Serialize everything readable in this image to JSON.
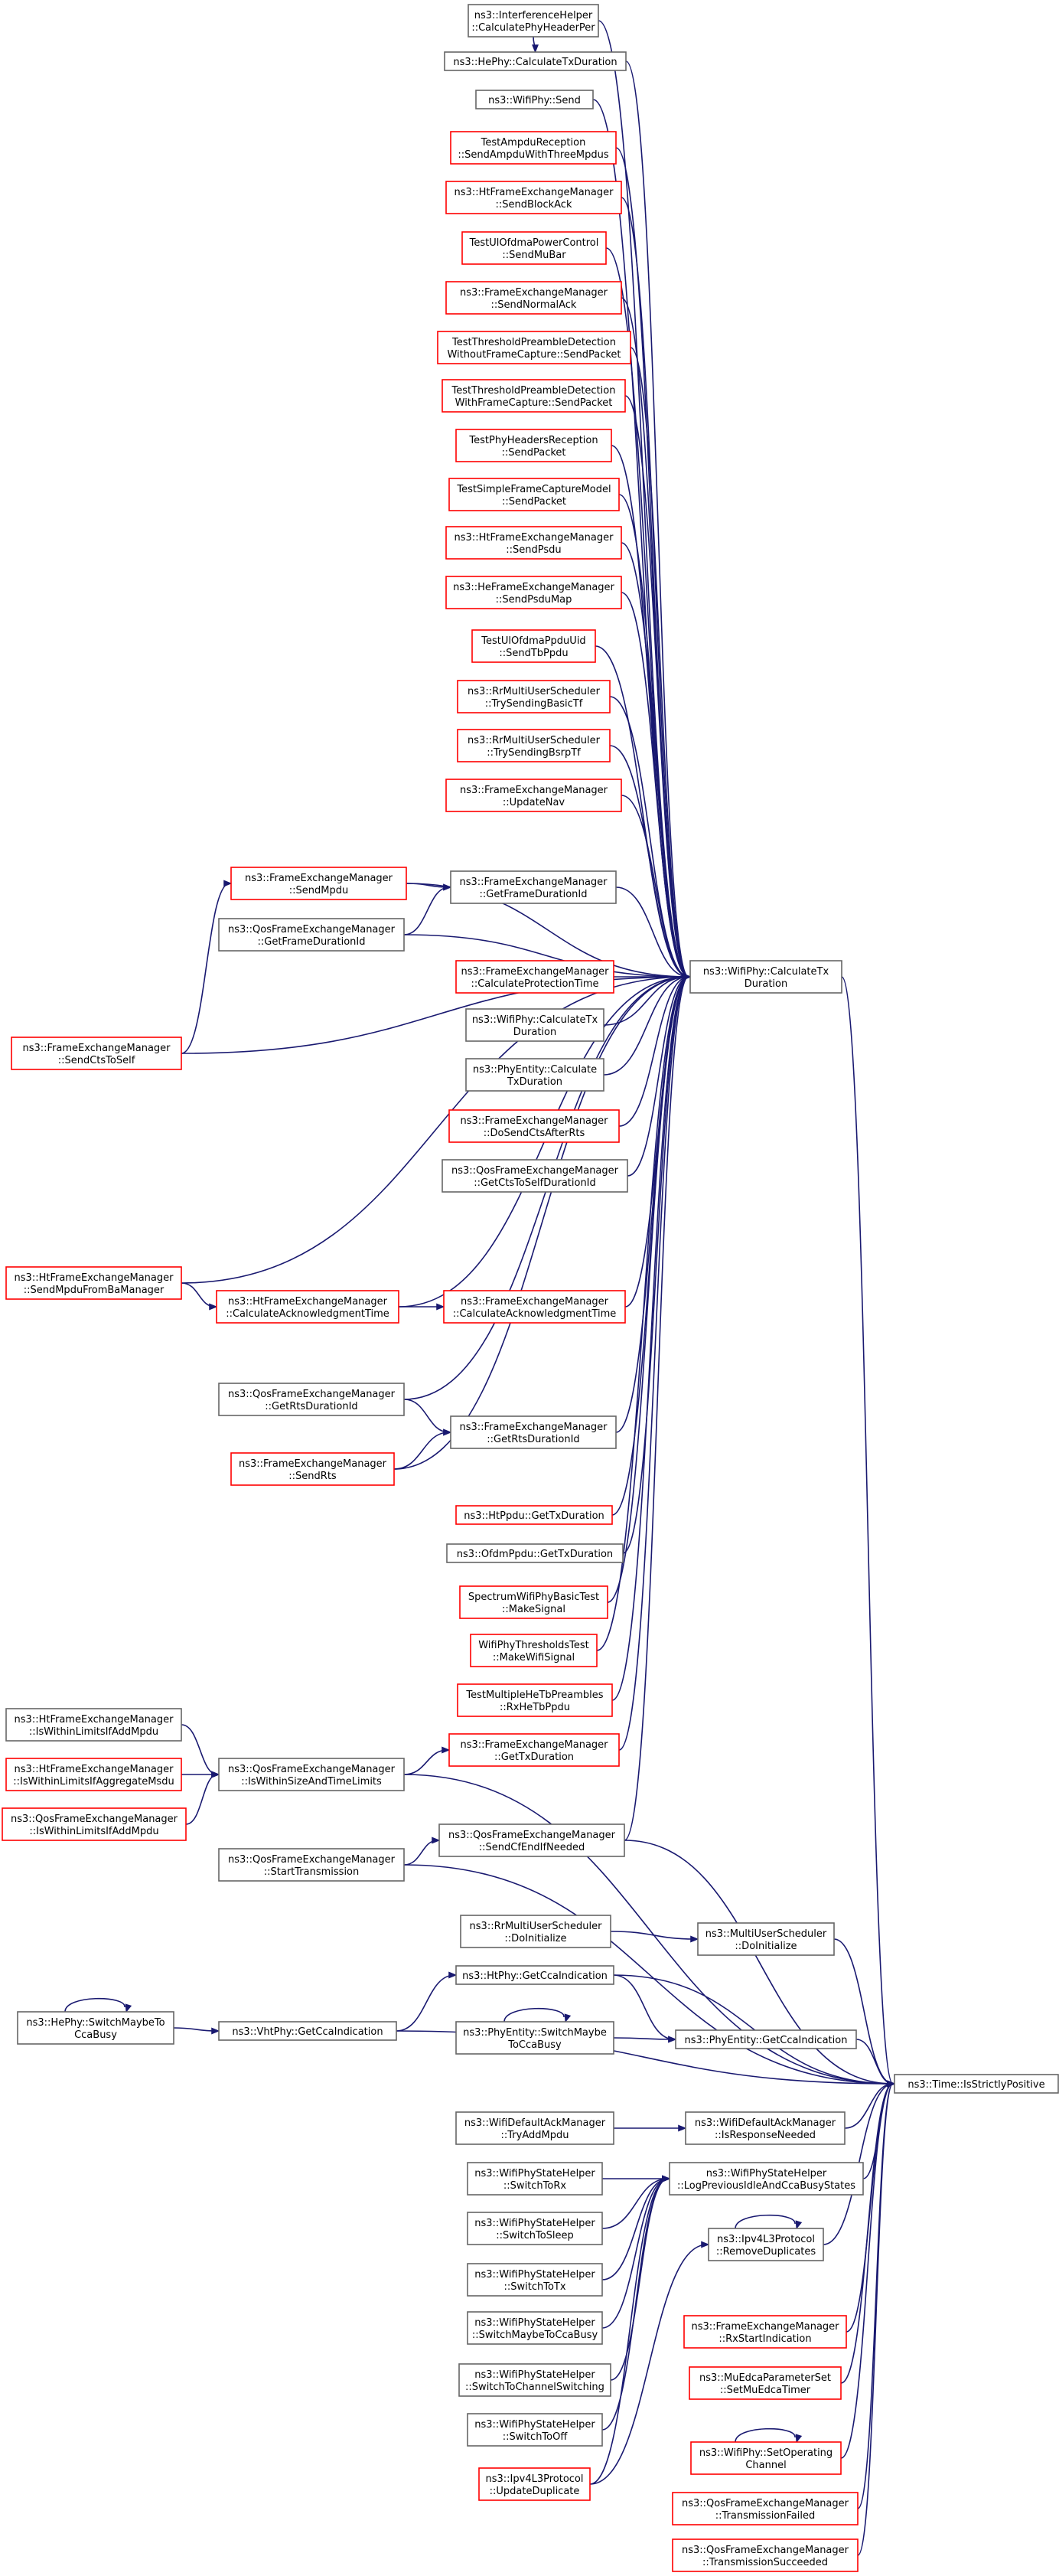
{
  "colors": {
    "edge": "#191970",
    "documented_border": "#666666",
    "undocumented_border": "#ff0000",
    "focus_fill": "#bfbfbf"
  },
  "nodes": {
    "n1": {
      "lines": [
        "ns3::InterferenceHelper",
        "::CalculatePhyHeaderPer"
      ],
      "kind": "documented"
    },
    "n2": {
      "lines": [
        "ns3::HePhy::CalculateTxDuration"
      ],
      "kind": "documented"
    },
    "n3": {
      "lines": [
        "ns3::WifiPhy::Send"
      ],
      "kind": "documented"
    },
    "n4": {
      "lines": [
        "TestAmpduReception",
        "::SendAmpduWithThreeMpdus"
      ],
      "kind": "undocumented"
    },
    "n5": {
      "lines": [
        "ns3::HtFrameExchangeManager",
        "::SendBlockAck"
      ],
      "kind": "undocumented"
    },
    "n6": {
      "lines": [
        "TestUlOfdmaPowerControl",
        "::SendMuBar"
      ],
      "kind": "undocumented"
    },
    "n7": {
      "lines": [
        "ns3::FrameExchangeManager",
        "::SendNormalAck"
      ],
      "kind": "undocumented"
    },
    "n8": {
      "lines": [
        "TestThresholdPreambleDetection",
        "WithoutFrameCapture::SendPacket"
      ],
      "kind": "undocumented"
    },
    "n9": {
      "lines": [
        "TestThresholdPreambleDetection",
        "WithFrameCapture::SendPacket"
      ],
      "kind": "undocumented"
    },
    "n10": {
      "lines": [
        "TestPhyHeadersReception",
        "::SendPacket"
      ],
      "kind": "undocumented"
    },
    "n11": {
      "lines": [
        "TestSimpleFrameCaptureModel",
        "::SendPacket"
      ],
      "kind": "undocumented"
    },
    "n12": {
      "lines": [
        "ns3::HtFrameExchangeManager",
        "::SendPsdu"
      ],
      "kind": "undocumented"
    },
    "n13": {
      "lines": [
        "ns3::HeFrameExchangeManager",
        "::SendPsduMap"
      ],
      "kind": "undocumented"
    },
    "n14": {
      "lines": [
        "TestUlOfdmaPpduUid",
        "::SendTbPpdu"
      ],
      "kind": "undocumented"
    },
    "n15": {
      "lines": [
        "ns3::RrMultiUserScheduler",
        "::TrySendingBasicTf"
      ],
      "kind": "undocumented"
    },
    "n16": {
      "lines": [
        "ns3::RrMultiUserScheduler",
        "::TrySendingBsrpTf"
      ],
      "kind": "undocumented"
    },
    "n17": {
      "lines": [
        "ns3::FrameExchangeManager",
        "::UpdateNav"
      ],
      "kind": "undocumented"
    },
    "n18": {
      "lines": [
        "ns3::FrameExchangeManager",
        "::SendMpdu"
      ],
      "kind": "undocumented"
    },
    "n19": {
      "lines": [
        "ns3::FrameExchangeManager",
        "::GetFrameDurationId"
      ],
      "kind": "documented"
    },
    "n20": {
      "lines": [
        "ns3::QosFrameExchangeManager",
        "::GetFrameDurationId"
      ],
      "kind": "documented"
    },
    "n21": {
      "lines": [
        "ns3::FrameExchangeManager",
        "::CalculateProtectionTime"
      ],
      "kind": "undocumented"
    },
    "n22": {
      "lines": [
        "ns3::WifiPhy::CalculateTx",
        "Duration"
      ],
      "kind": "documented"
    },
    "n23": {
      "lines": [
        "ns3::PhyEntity::Calculate",
        "TxDuration"
      ],
      "kind": "documented"
    },
    "n24": {
      "lines": [
        "ns3::FrameExchangeManager",
        "::DoSendCtsAfterRts"
      ],
      "kind": "undocumented"
    },
    "n25": {
      "lines": [
        "ns3::QosFrameExchangeManager",
        "::GetCtsToSelfDurationId"
      ],
      "kind": "documented"
    },
    "n26": {
      "lines": [
        "ns3::FrameExchangeManager",
        "::SendCtsToSelf"
      ],
      "kind": "undocumented"
    },
    "n27": {
      "lines": [
        "ns3::WifiPhy::CalculateTx",
        "Duration"
      ],
      "kind": "documented"
    },
    "n28": {
      "lines": [
        "ns3::HtFrameExchangeManager",
        "::SendMpduFromBaManager"
      ],
      "kind": "undocumented"
    },
    "n29": {
      "lines": [
        "ns3::HtFrameExchangeManager",
        "::CalculateAcknowledgmentTime"
      ],
      "kind": "undocumented"
    },
    "n30": {
      "lines": [
        "ns3::FrameExchangeManager",
        "::CalculateAcknowledgmentTime"
      ],
      "kind": "undocumented"
    },
    "n31": {
      "lines": [
        "ns3::QosFrameExchangeManager",
        "::GetRtsDurationId"
      ],
      "kind": "documented"
    },
    "n32": {
      "lines": [
        "ns3::FrameExchangeManager",
        "::GetRtsDurationId"
      ],
      "kind": "documented"
    },
    "n33": {
      "lines": [
        "ns3::FrameExchangeManager",
        "::SendRts"
      ],
      "kind": "undocumented"
    },
    "n34": {
      "lines": [
        "ns3::HtPpdu::GetTxDuration"
      ],
      "kind": "undocumented"
    },
    "n35": {
      "lines": [
        "ns3::OfdmPpdu::GetTxDuration"
      ],
      "kind": "documented"
    },
    "n36": {
      "lines": [
        "SpectrumWifiPhyBasicTest",
        "::MakeSignal"
      ],
      "kind": "undocumented"
    },
    "n37": {
      "lines": [
        "WifiPhyThresholdsTest",
        "::MakeWifiSignal"
      ],
      "kind": "undocumented"
    },
    "n38": {
      "lines": [
        "TestMultipleHeTbPreambles",
        "::RxHeTbPpdu"
      ],
      "kind": "undocumented"
    },
    "n39": {
      "lines": [
        "ns3::HtFrameExchangeManager",
        "::IsWithinLimitsIfAddMpdu"
      ],
      "kind": "documented"
    },
    "n40": {
      "lines": [
        "ns3::HtFrameExchangeManager",
        "::IsWithinLimitsIfAggregateMsdu"
      ],
      "kind": "undocumented"
    },
    "n41": {
      "lines": [
        "ns3::QosFrameExchangeManager",
        "::IsWithinLimitsIfAddMpdu"
      ],
      "kind": "undocumented"
    },
    "n42": {
      "lines": [
        "ns3::FrameExchangeManager",
        "::GetTxDuration"
      ],
      "kind": "undocumented"
    },
    "n43": {
      "lines": [
        "ns3::QosFrameExchangeManager",
        "::IsWithinSizeAndTimeLimits"
      ],
      "kind": "documented"
    },
    "n44": {
      "lines": [
        "ns3::QosFrameExchangeManager",
        "::SendCfEndIfNeeded"
      ],
      "kind": "documented"
    },
    "n45": {
      "lines": [
        "ns3::QosFrameExchangeManager",
        "::StartTransmission"
      ],
      "kind": "documented"
    },
    "n46": {
      "lines": [
        "ns3::RrMultiUserScheduler",
        "::DoInitialize"
      ],
      "kind": "documented"
    },
    "n47": {
      "lines": [
        "ns3::MultiUserScheduler",
        "::DoInitialize"
      ],
      "kind": "documented"
    },
    "n48": {
      "lines": [
        "ns3::HtPhy::GetCcaIndication"
      ],
      "kind": "documented"
    },
    "n49": {
      "lines": [
        "ns3::HePhy::SwitchMaybeTo",
        "CcaBusy"
      ],
      "kind": "documented"
    },
    "n50": {
      "lines": [
        "ns3::VhtPhy::GetCcaIndication"
      ],
      "kind": "documented"
    },
    "n51": {
      "lines": [
        "ns3::PhyEntity::SwitchMaybe",
        "ToCcaBusy"
      ],
      "kind": "documented"
    },
    "n52": {
      "lines": [
        "ns3::PhyEntity::GetCcaIndication"
      ],
      "kind": "documented"
    },
    "n53": {
      "lines": [
        "ns3::Time::IsStrictlyPositive"
      ],
      "kind": "focus"
    },
    "n54": {
      "lines": [
        "ns3::WifiDefaultAckManager",
        "::TryAddMpdu"
      ],
      "kind": "documented"
    },
    "n55": {
      "lines": [
        "ns3::WifiDefaultAckManager",
        "::IsResponseNeeded"
      ],
      "kind": "documented"
    },
    "n56": {
      "lines": [
        "ns3::WifiPhyStateHelper",
        "::SwitchToRx"
      ],
      "kind": "documented"
    },
    "n57": {
      "lines": [
        "ns3::WifiPhyStateHelper",
        "::LogPreviousIdleAndCcaBusyStates"
      ],
      "kind": "documented"
    },
    "n58": {
      "lines": [
        "ns3::WifiPhyStateHelper",
        "::SwitchToSleep"
      ],
      "kind": "documented"
    },
    "n59": {
      "lines": [
        "ns3::Ipv4L3Protocol",
        "::RemoveDuplicates"
      ],
      "kind": "documented"
    },
    "n60": {
      "lines": [
        "ns3::WifiPhyStateHelper",
        "::SwitchToTx"
      ],
      "kind": "documented"
    },
    "n61": {
      "lines": [
        "ns3::WifiPhyStateHelper",
        "::SwitchMaybeToCcaBusy"
      ],
      "kind": "documented"
    },
    "n62": {
      "lines": [
        "ns3::FrameExchangeManager",
        "::RxStartIndication"
      ],
      "kind": "undocumented"
    },
    "n63": {
      "lines": [
        "ns3::WifiPhyStateHelper",
        "::SwitchToChannelSwitching"
      ],
      "kind": "documented"
    },
    "n64": {
      "lines": [
        "ns3::MuEdcaParameterSet",
        "::SetMuEdcaTimer"
      ],
      "kind": "undocumented"
    },
    "n65": {
      "lines": [
        "ns3::WifiPhyStateHelper",
        "::SwitchToOff"
      ],
      "kind": "documented"
    },
    "n66": {
      "lines": [
        "ns3::WifiPhy::SetOperating",
        "Channel"
      ],
      "kind": "undocumented"
    },
    "n67": {
      "lines": [
        "ns3::Ipv4L3Protocol",
        "::UpdateDuplicate"
      ],
      "kind": "undocumented"
    },
    "n68": {
      "lines": [
        "ns3::QosFrameExchangeManager",
        "::TransmissionFailed"
      ],
      "kind": "undocumented"
    },
    "n69": {
      "lines": [
        "ns3::QosFrameExchangeManager",
        "::TransmissionSucceeded"
      ],
      "kind": "undocumented"
    }
  },
  "edges": [
    [
      "n1",
      "n2"
    ],
    [
      "n1",
      "n27"
    ],
    [
      "n2",
      "n27"
    ],
    [
      "n3",
      "n27"
    ],
    [
      "n4",
      "n27"
    ],
    [
      "n5",
      "n27"
    ],
    [
      "n6",
      "n27"
    ],
    [
      "n7",
      "n27"
    ],
    [
      "n8",
      "n27"
    ],
    [
      "n9",
      "n27"
    ],
    [
      "n10",
      "n27"
    ],
    [
      "n11",
      "n27"
    ],
    [
      "n12",
      "n27"
    ],
    [
      "n13",
      "n27"
    ],
    [
      "n14",
      "n27"
    ],
    [
      "n15",
      "n27"
    ],
    [
      "n16",
      "n27"
    ],
    [
      "n17",
      "n27"
    ],
    [
      "n18",
      "n27"
    ],
    [
      "n18",
      "n19"
    ],
    [
      "n19",
      "n27"
    ],
    [
      "n20",
      "n19"
    ],
    [
      "n20",
      "n27"
    ],
    [
      "n21",
      "n27"
    ],
    [
      "n22",
      "n27"
    ],
    [
      "n23",
      "n27"
    ],
    [
      "n24",
      "n27"
    ],
    [
      "n25",
      "n27"
    ],
    [
      "n26",
      "n18"
    ],
    [
      "n26",
      "n27"
    ],
    [
      "n28",
      "n27"
    ],
    [
      "n28",
      "n29"
    ],
    [
      "n29",
      "n30"
    ],
    [
      "n29",
      "n27"
    ],
    [
      "n30",
      "n27"
    ],
    [
      "n31",
      "n32"
    ],
    [
      "n31",
      "n27"
    ],
    [
      "n32",
      "n27"
    ],
    [
      "n33",
      "n32"
    ],
    [
      "n33",
      "n27"
    ],
    [
      "n34",
      "n27"
    ],
    [
      "n35",
      "n27"
    ],
    [
      "n36",
      "n27"
    ],
    [
      "n37",
      "n27"
    ],
    [
      "n38",
      "n27"
    ],
    [
      "n39",
      "n43"
    ],
    [
      "n40",
      "n43"
    ],
    [
      "n41",
      "n43"
    ],
    [
      "n42",
      "n27"
    ],
    [
      "n43",
      "n42"
    ],
    [
      "n43",
      "n53"
    ],
    [
      "n44",
      "n27"
    ],
    [
      "n44",
      "n53"
    ],
    [
      "n45",
      "n44"
    ],
    [
      "n45",
      "n53"
    ],
    [
      "n46",
      "n47"
    ],
    [
      "n47",
      "n53"
    ],
    [
      "n48",
      "n52"
    ],
    [
      "n48",
      "n53"
    ],
    [
      "n49",
      "n50"
    ],
    [
      "n49",
      "n49"
    ],
    [
      "n50",
      "n48"
    ],
    [
      "n50",
      "n53"
    ],
    [
      "n51",
      "n52"
    ],
    [
      "n51",
      "n51"
    ],
    [
      "n52",
      "n53"
    ],
    [
      "n54",
      "n55"
    ],
    [
      "n55",
      "n53"
    ],
    [
      "n56",
      "n57"
    ],
    [
      "n57",
      "n53"
    ],
    [
      "n58",
      "n57"
    ],
    [
      "n59",
      "n53"
    ],
    [
      "n59",
      "n59"
    ],
    [
      "n60",
      "n57"
    ],
    [
      "n61",
      "n57"
    ],
    [
      "n62",
      "n53"
    ],
    [
      "n63",
      "n57"
    ],
    [
      "n64",
      "n53"
    ],
    [
      "n65",
      "n57"
    ],
    [
      "n66",
      "n53"
    ],
    [
      "n66",
      "n66"
    ],
    [
      "n67",
      "n59"
    ],
    [
      "n67",
      "n57"
    ],
    [
      "n68",
      "n53"
    ],
    [
      "n69",
      "n53"
    ],
    [
      "n27",
      "n53"
    ]
  ]
}
